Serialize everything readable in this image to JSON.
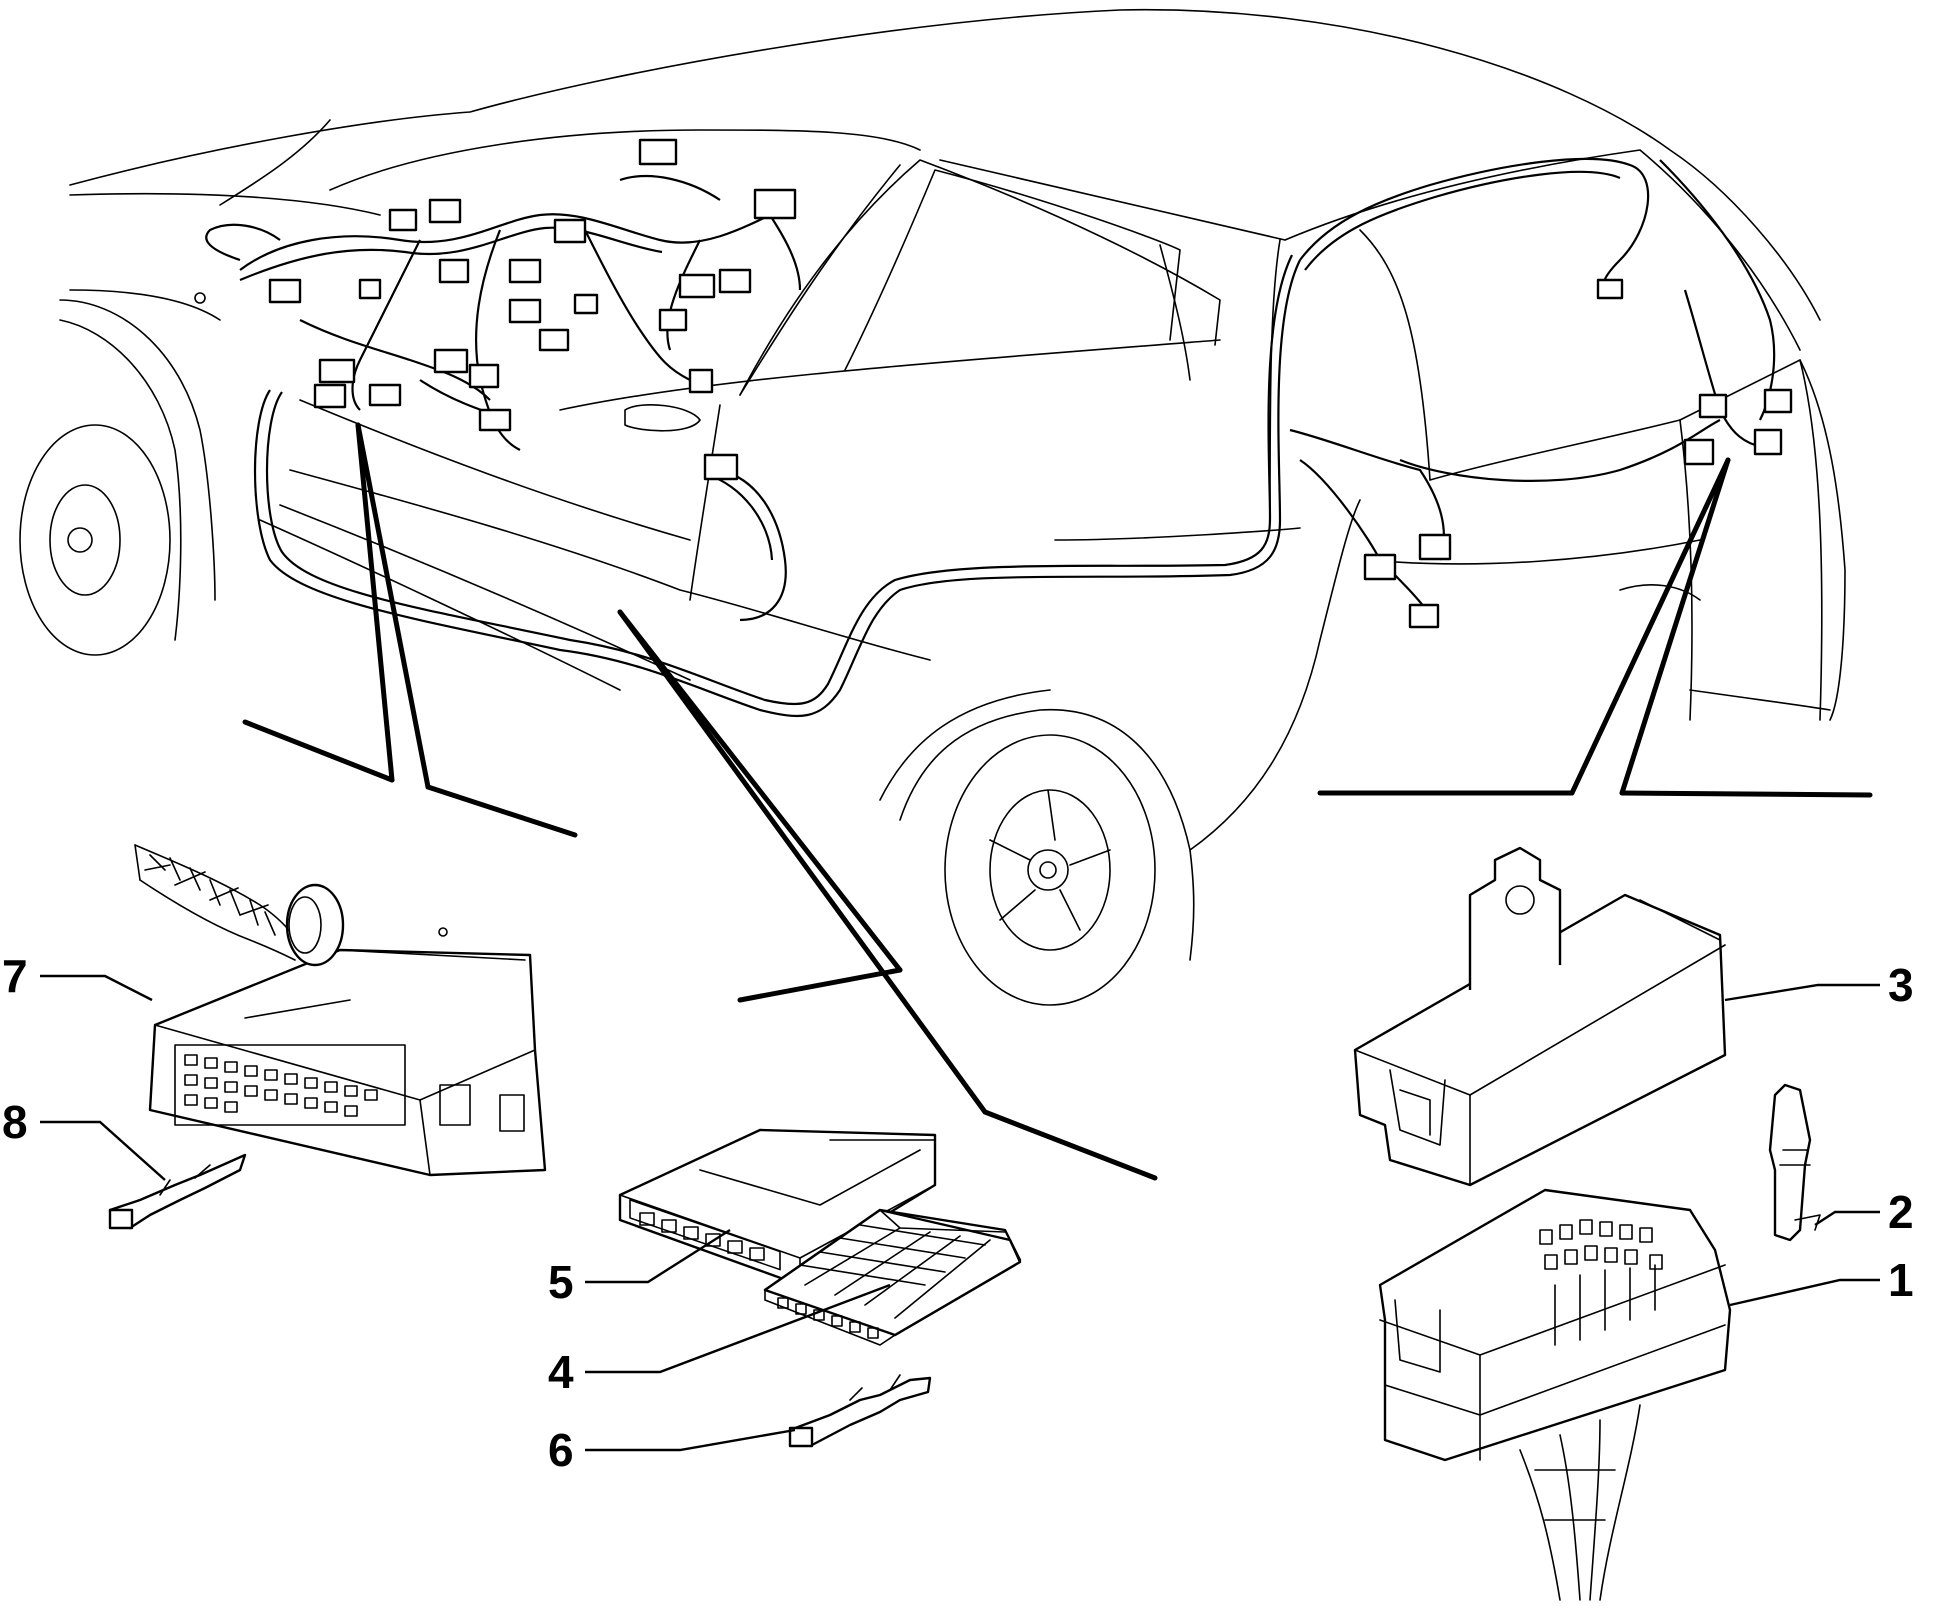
{
  "callouts": [
    {
      "id": "7",
      "label": "7"
    },
    {
      "id": "8",
      "label": "8"
    },
    {
      "id": "5",
      "label": "5"
    },
    {
      "id": "4",
      "label": "4"
    },
    {
      "id": "6",
      "label": "6"
    },
    {
      "id": "3",
      "label": "3"
    },
    {
      "id": "2",
      "label": "2"
    },
    {
      "id": "1",
      "label": "1"
    }
  ]
}
